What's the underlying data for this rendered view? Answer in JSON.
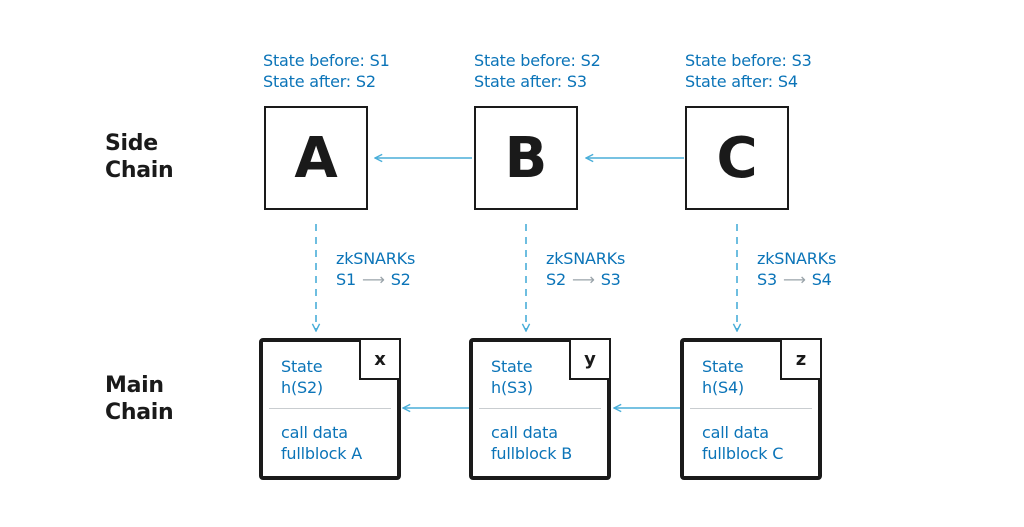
{
  "labels": {
    "side_chain": [
      "Side",
      "Chain"
    ],
    "main_chain": [
      "Main",
      "Chain"
    ]
  },
  "side_blocks": [
    {
      "letter": "A",
      "state_before": "State before: S1",
      "state_after": "State after: S2"
    },
    {
      "letter": "B",
      "state_before": "State before: S2",
      "state_after": "State after: S3"
    },
    {
      "letter": "C",
      "state_before": "State before: S3",
      "state_after": "State after: S4"
    }
  ],
  "proofs": [
    {
      "name": "zkSNARKs",
      "from": "S1",
      "to": "S2"
    },
    {
      "name": "zkSNARKs",
      "from": "S2",
      "to": "S3"
    },
    {
      "name": "zkSNARKs",
      "from": "S3",
      "to": "S4"
    }
  ],
  "main_blocks": [
    {
      "tag": "x",
      "state_label": "State",
      "state_hash": "h(S2)",
      "call_label": "call data",
      "call_value": "fullblock A"
    },
    {
      "tag": "y",
      "state_label": "State",
      "state_hash": "h(S3)",
      "call_label": "call data",
      "call_value": "fullblock B"
    },
    {
      "tag": "z",
      "state_label": "State",
      "state_hash": "h(S4)",
      "call_label": "call data",
      "call_value": "fullblock C"
    }
  ],
  "arrow_glyph": "⟶",
  "colors": {
    "text_blue": "#0b74b8",
    "arrow_blue": "#4aaed9",
    "border": "#1a1a1a",
    "divider": "#c9cdd0",
    "arrow_gray": "#9aa4aa"
  }
}
